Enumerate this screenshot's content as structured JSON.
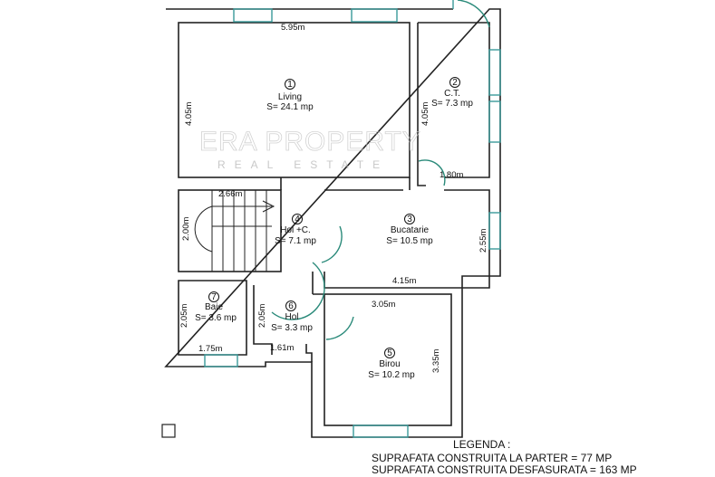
{
  "rooms": [
    {
      "number": "1",
      "name": "Living",
      "area": "S= 24.1 mp"
    },
    {
      "number": "2",
      "name": "C.T.",
      "area": "S= 7.3 mp"
    },
    {
      "number": "3",
      "name": "Bucatarie",
      "area": "S= 10.5 mp"
    },
    {
      "number": "4",
      "name": "Hol +C.",
      "area": "S= 7.1 mp"
    },
    {
      "number": "5",
      "name": "Birou",
      "area": "S= 10.2 mp"
    },
    {
      "number": "6",
      "name": "Hol",
      "area": "S= 3.3 mp"
    },
    {
      "number": "7",
      "name": "Baie",
      "area": "S= 3.6 mp"
    }
  ],
  "dimensions": {
    "living_width": "5.95m",
    "living_height": "4.05m",
    "ct_height": "4.05m",
    "ct_width": "1.80m",
    "stairs_width": "2.66m",
    "stairs_height": "2.00m",
    "kitchen_height": "2.55m",
    "kitchen_width": "4.15m",
    "birou_width": "3.05m",
    "birou_height": "3.35m",
    "baie_height": "2.05m",
    "baie_width": "1.75m",
    "hol_height": "2.05m",
    "hol_width": "1.61m"
  },
  "legend": {
    "title": "LEGENDA :",
    "lines": [
      "SUPRAFATA CONSTRUITA LA PARTER = 77 MP",
      "SUPRAFATA CONSTRUITA DESFASURATA = 163 MP"
    ]
  },
  "watermark": {
    "brand": "ERA PROPERTY",
    "tagline": "REAL ESTATE"
  },
  "colors": {
    "walls": "#222222",
    "windows": "#3a9a9a",
    "doors": "#2a8a7a"
  }
}
